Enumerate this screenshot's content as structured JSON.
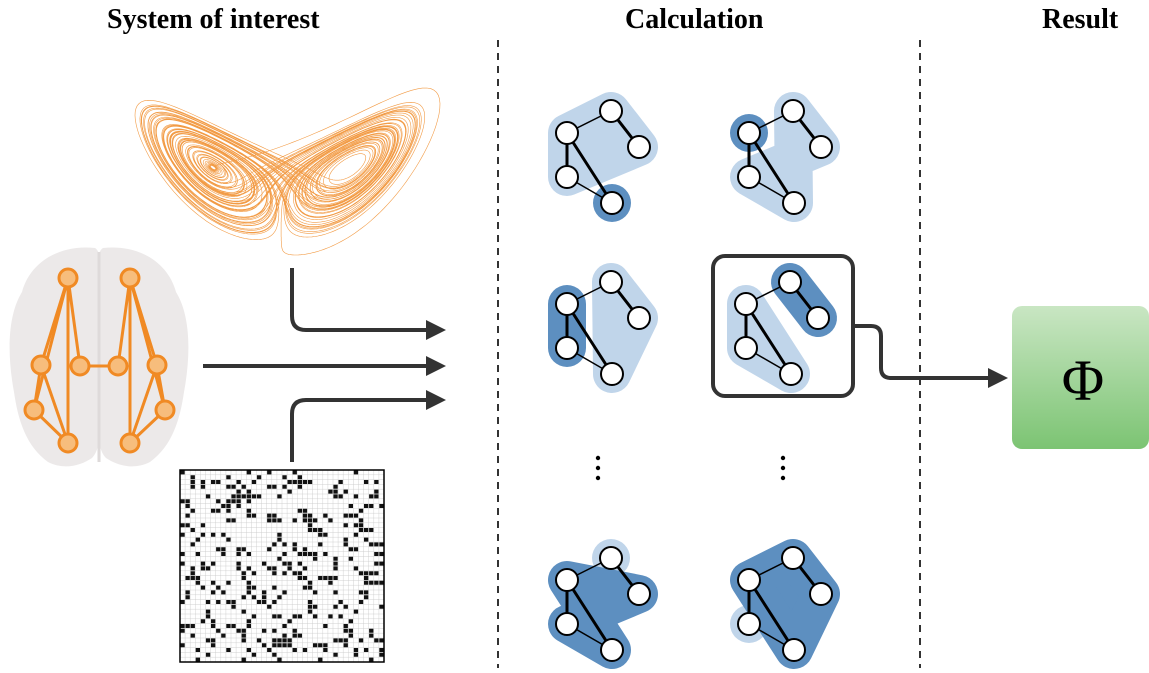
{
  "headings": {
    "system": "System of interest",
    "calculation": "Calculation",
    "result": "Result"
  },
  "result_symbol": "Φ",
  "icons": {
    "attractor": "lorenz-attractor-icon",
    "brain": "brain-network-icon",
    "matrix": "binary-matrix-icon",
    "partition": "network-partition-icon",
    "result": "phi-result-icon"
  },
  "colors": {
    "orange": "#f08a24",
    "orange_fill": "#f7bd7c",
    "light_blue": "#c0d5ea",
    "dark_blue": "#5d8fc0",
    "green_top": "#c9e6c3",
    "green_bottom": "#7cc473",
    "arrow": "#333333"
  }
}
